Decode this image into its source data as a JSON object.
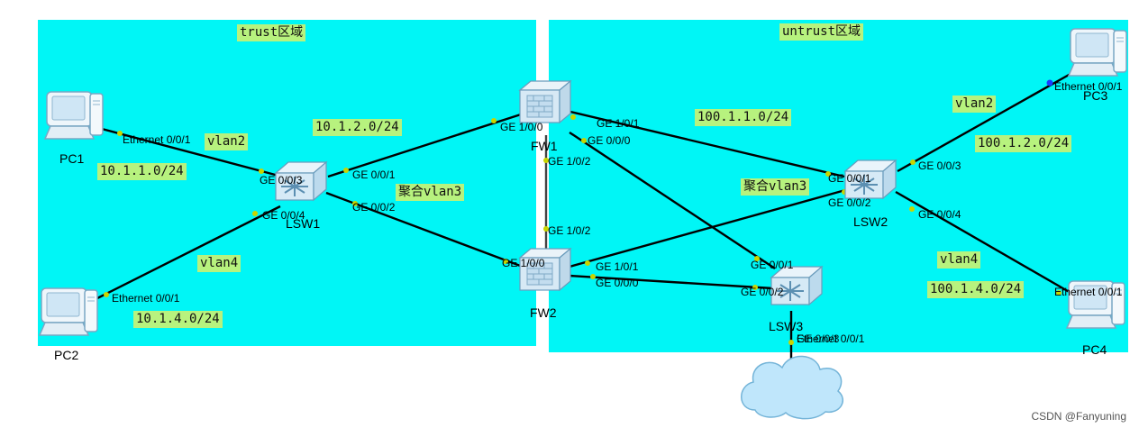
{
  "zones": {
    "trust": "trust区域",
    "untrust": "untrust区域"
  },
  "subnets": {
    "trust_lan1": "10.1.1.0/24",
    "trust_lan4": "10.1.4.0/24",
    "trust_uplink": "10.1.2.0/24",
    "untrust_uplink": "100.1.1.0/24",
    "untrust_lan2": "100.1.2.0/24",
    "untrust_lan4": "100.1.4.0/24"
  },
  "vlans": {
    "pc1": "vlan2",
    "pc2": "vlan4",
    "lsw1_agg": "聚合vlan3",
    "lsw2_agg": "聚合vlan3",
    "pc3": "vlan2",
    "pc4": "vlan4"
  },
  "devices": {
    "pc1": "PC1",
    "pc2": "PC2",
    "pc3": "PC3",
    "pc4": "PC4",
    "lsw1": "LSW1",
    "lsw2": "LSW2",
    "lsw3": "LSW3",
    "fw1": "FW1",
    "fw2": "FW2"
  },
  "ports": {
    "pc1_eth": "Ethernet 0/0/1",
    "pc2_eth": "Ethernet 0/0/1",
    "pc3_eth": "Ethernet 0/0/1",
    "pc4_eth": "Ethernet 0/0/1",
    "cloud_eth": "Ethernet 0/0/1",
    "lsw1_g003": "GE 0/0/3",
    "lsw1_g004": "GE 0/0/4",
    "lsw1_g001": "GE 0/0/1",
    "lsw1_g002": "GE 0/0/2",
    "fw1_g100": "GE 1/0/0",
    "fw1_g101": "GE 1/0/1",
    "fw1_g000": "GE 0/0/0",
    "fw1_g102": "GE 1/0/2",
    "fw2_g102": "GE 1/0/2",
    "fw2_g100": "GE 1/0/0",
    "fw2_g101": "GE 1/0/1",
    "fw2_g000": "GE 0/0/0",
    "lsw2_g001": "GE 0/0/1",
    "lsw2_g002": "GE 0/0/2",
    "lsw2_g003": "GE 0/0/3",
    "lsw2_g004": "GE 0/0/4",
    "lsw3_g001": "GE 0/0/1",
    "lsw3_g002": "GE 0/0/2",
    "lsw3_g003": "GE 0/0/3"
  },
  "watermark": "CSDN @Fanyuning",
  "colors": {
    "zone": "#00f6f6",
    "tag_bg": "#b7f27e",
    "link": "#000000",
    "port_dot": "#c8d400"
  }
}
